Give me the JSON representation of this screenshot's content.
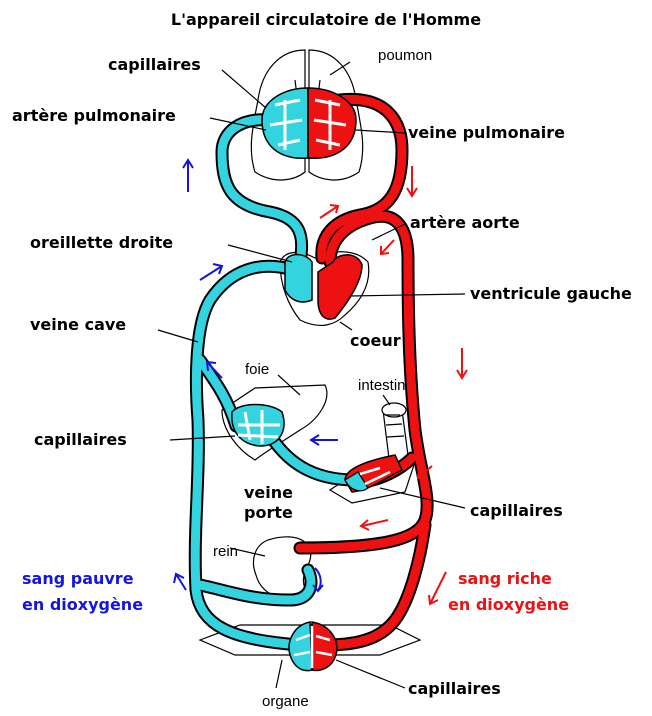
{
  "colors": {
    "poor_blood": "#33d4e0",
    "rich_blood": "#ee1111",
    "blue_text": "#1515e0",
    "red_text": "#ee1111",
    "outline": "#000000"
  },
  "title": "L'appareil circulatoire de l'Homme",
  "labels": {
    "capillaires_top": "capillaires",
    "poumon": "poumon",
    "artere_pulmonaire": "artère pulmonaire",
    "veine_pulmonaire": "veine pulmonaire",
    "artere_aorte": "artère aorte",
    "oreillette_droite": "oreillette droite",
    "ventricule_gauche": "ventricule gauche",
    "veine_cave": "veine cave",
    "coeur": "coeur",
    "foie": "foie",
    "intestin": "intestin",
    "capillaires_foie": "capillaires",
    "veine_porte_1": "veine",
    "veine_porte_2": "porte",
    "capillaires_intestin": "capillaires",
    "rein": "rein",
    "organe": "organe",
    "capillaires_organe": "capillaires"
  },
  "legend": {
    "poor_1": "sang pauvre",
    "poor_2": "en dioxygène",
    "rich_1": "sang riche",
    "rich_2": "en dioxygène"
  },
  "arrow_glyphs": {
    "up": "↑",
    "down": "↓"
  }
}
